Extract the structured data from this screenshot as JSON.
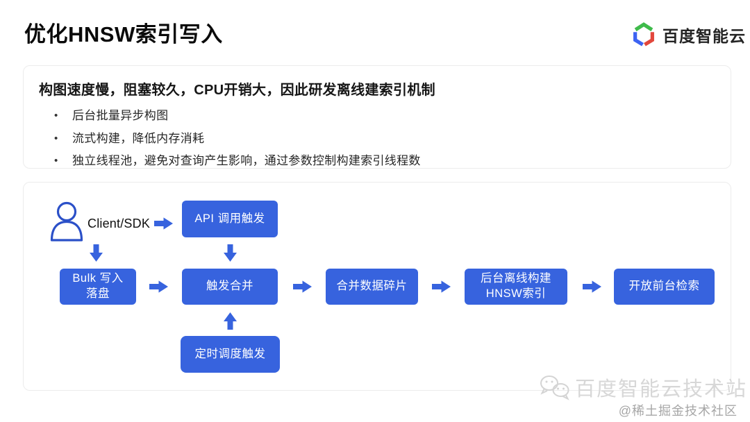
{
  "title": "优化HNSW索引写入",
  "logo": {
    "text": "百度智能云"
  },
  "summary": {
    "heading": "构图速度慢，阻塞较久，CPU开销大，因此研发离线建索引机制",
    "bullets": [
      "后台批量异步构图",
      "流式构建，降低内存消耗",
      "独立线程池，避免对查询产生影响，通过参数控制构建索引线程数"
    ]
  },
  "diagram": {
    "client_label": "Client/SDK",
    "api_trigger": "API 调用触发",
    "bulk_write": [
      "Bulk 写入",
      "落盘"
    ],
    "trigger_merge": "触发合并",
    "merge_shards": "合并数据碎片",
    "offline_build": [
      "后台离线构建",
      "HNSW索引"
    ],
    "open_search": "开放前台检索",
    "scheduled_trigger": "定时调度触发"
  },
  "watermark": {
    "wechat_channel": "百度智能云技术站",
    "community": "@稀土掘金技术社区"
  },
  "colors": {
    "accent_blue": "#3763DE",
    "person_blue": "#2B50C8",
    "logo_green": "#3FBB4B",
    "logo_blue": "#3D63F2",
    "logo_red": "#E2473C"
  }
}
